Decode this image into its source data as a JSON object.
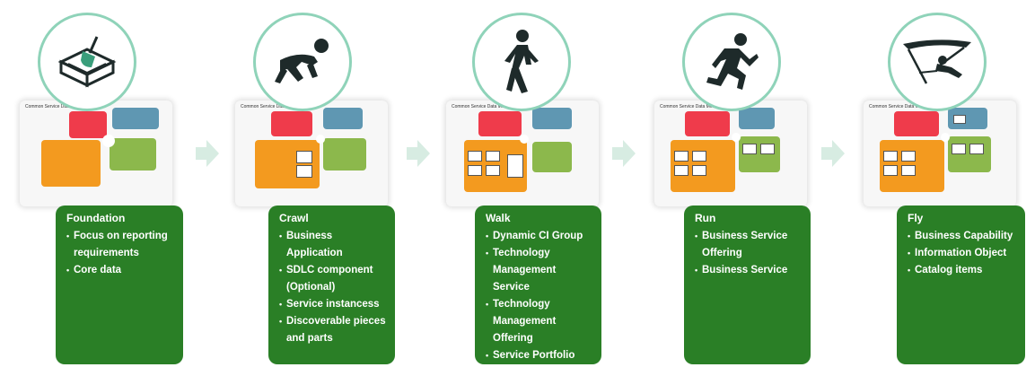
{
  "stages": [
    {
      "icon": "sandbox-shovel-icon",
      "thumbnail_title": "Common Service Data Model",
      "title": "Foundation",
      "items": [
        "Focus on reporting requirements",
        "Core data"
      ]
    },
    {
      "icon": "crawling-person-icon",
      "thumbnail_title": "Common Service Data Model",
      "title": "Crawl",
      "items": [
        "Business Application",
        "SDLC component (Optional)",
        "Service instancess",
        "Discoverable pieces and parts"
      ]
    },
    {
      "icon": "walking-person-icon",
      "thumbnail_title": "Common Service Data Model",
      "title": "Walk",
      "items": [
        "Dynamic CI Group",
        "Technology Management Service",
        "Technology Management Offering",
        "Service Portfolio"
      ]
    },
    {
      "icon": "running-person-icon",
      "thumbnail_title": "Common Service Data Model",
      "title": "Run",
      "items": [
        "Business Service Offering",
        "Business Service"
      ]
    },
    {
      "icon": "hang-glider-icon",
      "thumbnail_title": "Common Service Data Model",
      "title": "Fly",
      "items": [
        "Business Capability",
        "Information Object",
        "Catalog items"
      ]
    }
  ],
  "colors": {
    "card": "#2a7f26",
    "circle_border": "#8fd3b9",
    "arrow": "#d7ece2",
    "block_red": "#ef3b4b",
    "block_blue": "#5f97b2",
    "block_orange": "#f39a1f",
    "block_green": "#8cb84c"
  }
}
